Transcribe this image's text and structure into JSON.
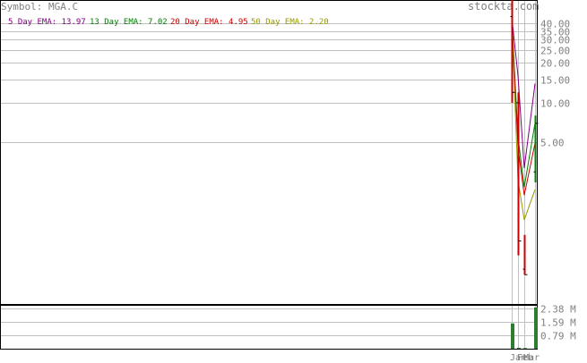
{
  "header": {
    "symbol_label": "Symbol: MGA.C",
    "brand": "stockta.com"
  },
  "legend": [
    {
      "label": "5 Day EMA: 13.97",
      "color": "#800080"
    },
    {
      "label": "13 Day EMA: 7.02",
      "color": "#008000"
    },
    {
      "label": "20 Day EMA: 4.95",
      "color": "#cc0000"
    },
    {
      "label": "50 Day EMA: 2.20",
      "color": "#999900"
    }
  ],
  "colors": {
    "axis_text": "#808080",
    "grid": "#c0c0c0",
    "frame": "#000000",
    "volume_bar": "#2e7d2e",
    "price_up": "#008000",
    "price_down": "#cc0000"
  },
  "chart_data": [
    {
      "type": "line",
      "panel": "price",
      "scale": "log",
      "y_ticks": [
        40.0,
        35.0,
        30.0,
        25.0,
        20.0,
        15.0,
        10.0,
        5.0
      ],
      "y_tick_labels": [
        "40.00",
        "35.00",
        "30.00",
        "25.00",
        "20.00",
        "15.00",
        "10.00",
        "5.00"
      ],
      "ylim": [
        0.3,
        60
      ],
      "x": [
        "Jan",
        "Feb",
        "Mar",
        "Mar"
      ],
      "price_bars": [
        {
          "high": 60,
          "low": 10,
          "open": 45,
          "close": 12
        },
        {
          "high": 12,
          "low": 0.7,
          "open": 10,
          "close": 0.9
        },
        {
          "high": 1.0,
          "low": 0.5,
          "open": 0.55,
          "close": 0.5
        },
        {
          "high": 8,
          "low": 2.5,
          "open": 3,
          "close": 7
        }
      ],
      "series": [
        {
          "name": "5 Day EMA",
          "values": [
            45,
            16,
            3.2,
            13.97
          ]
        },
        {
          "name": "13 Day EMA",
          "values": [
            45,
            5.5,
            2.3,
            7.02
          ]
        },
        {
          "name": "20 Day EMA",
          "values": [
            45,
            4.6,
            2.0,
            4.95
          ]
        },
        {
          "name": "50 Day EMA",
          "values": [
            45,
            2.6,
            1.3,
            2.2
          ]
        }
      ]
    },
    {
      "type": "bar",
      "panel": "volume",
      "y_ticks": [
        2.38,
        1.59,
        0.79
      ],
      "y_tick_labels": [
        "2.38 M",
        "1.59 M",
        "0.79 M"
      ],
      "ylim": [
        0,
        2.6
      ],
      "categories": [
        "Jan",
        "Feb",
        "Mar",
        "Mar"
      ],
      "values": [
        1.5,
        0.05,
        0.04,
        2.45
      ]
    }
  ],
  "x_axis": {
    "labels": [
      "Jan",
      "Feb",
      "Mar"
    ]
  }
}
